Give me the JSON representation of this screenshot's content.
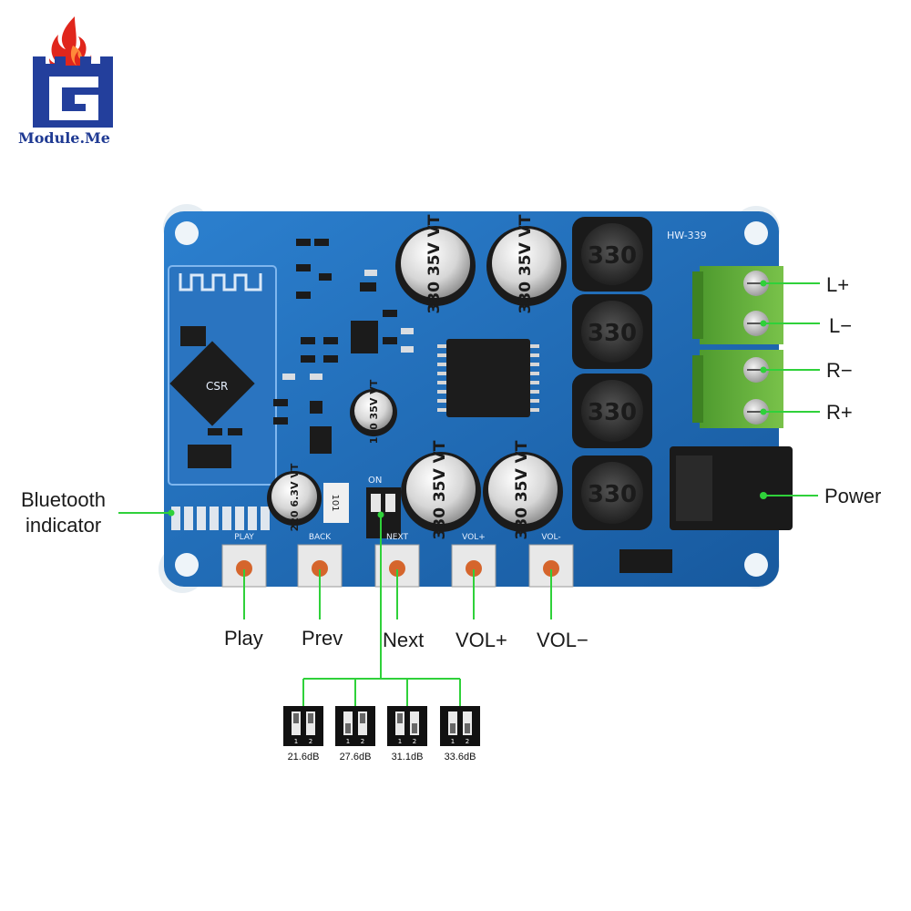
{
  "logo": {
    "text": "Module.Me",
    "colors": {
      "flame": "#e0261c",
      "castle": "#233f9c"
    }
  },
  "board": {
    "model": "HW-339",
    "button_silkscreen": [
      "PLAY",
      "BACK",
      "NEXT",
      "VOL+",
      "VOL-"
    ],
    "dip_switch_silkscreen": "ON",
    "capacitor_values": [
      "330 35V VT",
      "220 6.3V VT",
      "100 35V VT"
    ],
    "inductor_value": "330",
    "chip_text": "CSR",
    "colors": {
      "pcb": "#1f6fbf",
      "terminal": "#5aa836",
      "callout_line": "#2fd13a"
    }
  },
  "callouts": {
    "left_plus": "L+",
    "left_minus": "L−",
    "right_minus": "R−",
    "right_plus": "R+",
    "power": "Power",
    "bluetooth_indicator": [
      "Bluetooth",
      "indicator"
    ],
    "buttons": [
      "Play",
      "Prev",
      "Next",
      "VOL+",
      "VOL−"
    ]
  },
  "gain_settings": [
    {
      "label": "21.6dB"
    },
    {
      "label": "27.6dB"
    },
    {
      "label": "31.1dB"
    },
    {
      "label": "33.6dB"
    }
  ]
}
